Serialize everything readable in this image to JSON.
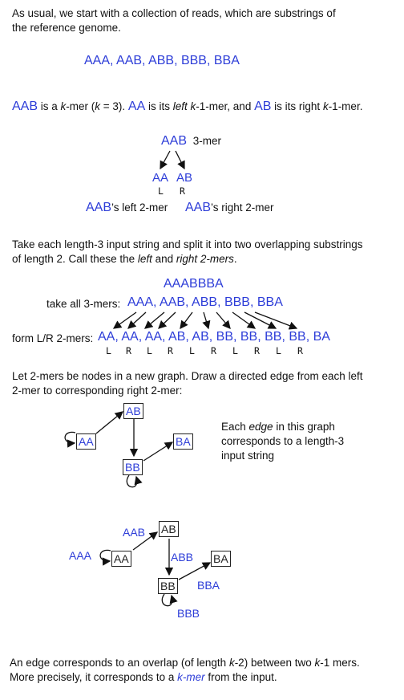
{
  "intro": {
    "line1": "As usual, we start with a collection of reads, which are substrings of",
    "line2": "the reference genome."
  },
  "reads": "AAA, AAB, ABB, BBB, BBA",
  "kmer_sentence": {
    "kmer": "AAB",
    "p1": " is a ",
    "k": "k",
    "p2": "-mer (",
    "k2": "k",
    "p3": " = 3).  ",
    "left": "AA",
    "p4": " is its ",
    "left_word": "left k",
    "p5": "-1-mer, and ",
    "right": "AB",
    "p6": " is its right ",
    "k3": "k",
    "p7": "-1-mer."
  },
  "split_diagram": {
    "kmer": "AAB",
    "kmer_suffix": "3-mer",
    "left": "AA",
    "right": "AB",
    "left_tag": "L",
    "right_tag": "R",
    "left_caption_kmer": "AAB",
    "left_caption": "’s left 2-mer",
    "right_caption_kmer": "AAB",
    "right_caption": "’s right 2-mer"
  },
  "split_text": {
    "line1": "Take each length-3 input string and split it into two overlapping substrings",
    "line2_a": "of length 2.  Call these the ",
    "line2_left": "left",
    "line2_and": " and ",
    "line2_right": "right 2-mers",
    "line2_end": "."
  },
  "genome": "AAABBBA",
  "take_label": "take all 3-mers:",
  "threemers": "AAA, AAB, ABB, BBB, BBA",
  "form_label": "form L/R 2-mers:",
  "twomers": "AA, AA, AA, AB, AB, BB, BB, BB, BB, BA",
  "lr_tags": [
    "L",
    "R",
    "L",
    "R",
    "L",
    "R",
    "L",
    "R",
    "L",
    "R"
  ],
  "graph_text": {
    "line1": "Let 2-mers be nodes in a new graph.  Draw a directed edge from each left",
    "line2": "2-mer to corresponding right 2-mer:"
  },
  "graph1": {
    "nodes": {
      "ab": "AB",
      "aa": "AA",
      "ba": "BA",
      "bb": "BB"
    },
    "note_a": "Each ",
    "note_edge": "edge",
    "note_b": " in this graph",
    "note_line2": "corresponds to a length-3",
    "note_line3": "input string"
  },
  "graph2": {
    "nodes": {
      "ab": "AB",
      "aa": "AA",
      "ba": "BA",
      "bb": "BB"
    },
    "edge_labels": {
      "aab": "AAB",
      "aaa": "AAA",
      "abb": "ABB",
      "bba": "BBA",
      "bbb": "BBB"
    }
  },
  "closing": {
    "line1_a": "An edge corresponds to an overlap (of length ",
    "line1_k": "k",
    "line1_b": "-2) between two ",
    "line1_k2": "k",
    "line1_c": "-1 mers.",
    "line2_a": "More precisely, it corresponds to a ",
    "line2_kmer": "k-mer",
    "line2_b": " from the input."
  },
  "colors": {
    "accent": "#2d3dd8",
    "text": "#111111"
  }
}
